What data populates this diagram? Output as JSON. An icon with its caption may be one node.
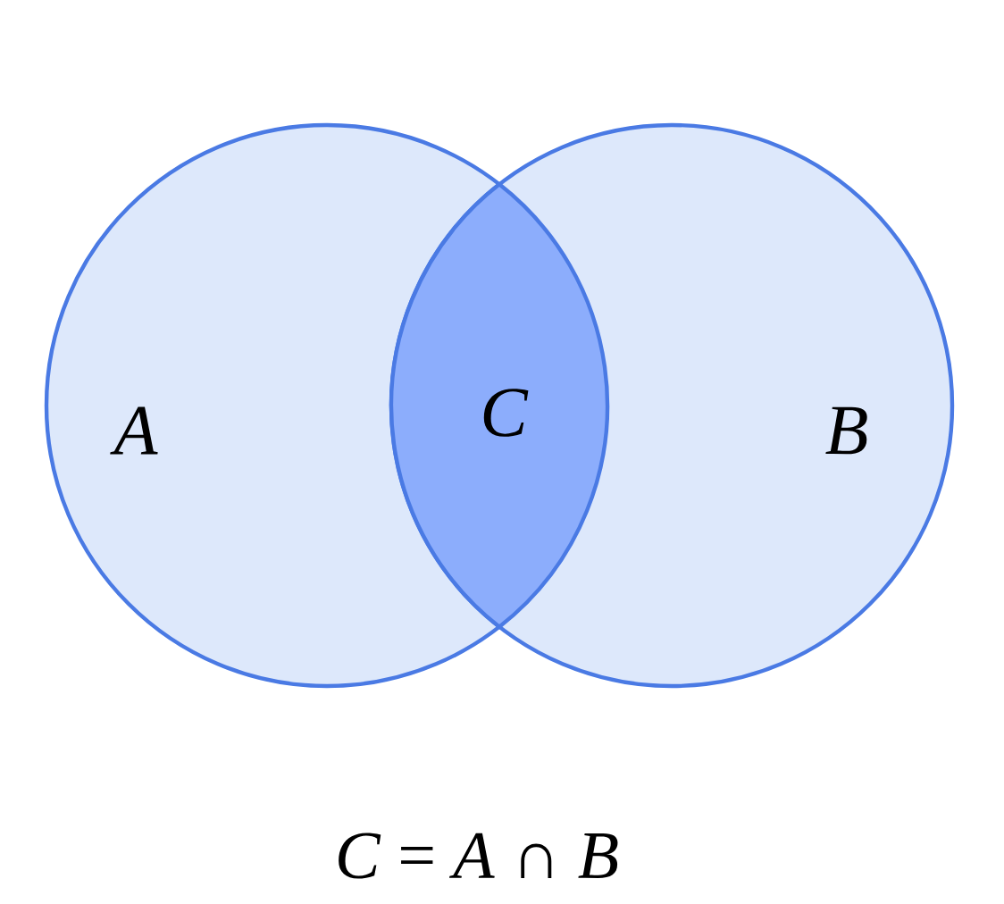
{
  "diagram": {
    "nodes": [
      {
        "text": [
          "A"
        ]
      },
      {
        "text": [
          "B"
        ]
      },
      {
        "text": [
          "C"
        ]
      }
    ],
    "caption": "*C* = *A* ∩ *B*"
  }
}
